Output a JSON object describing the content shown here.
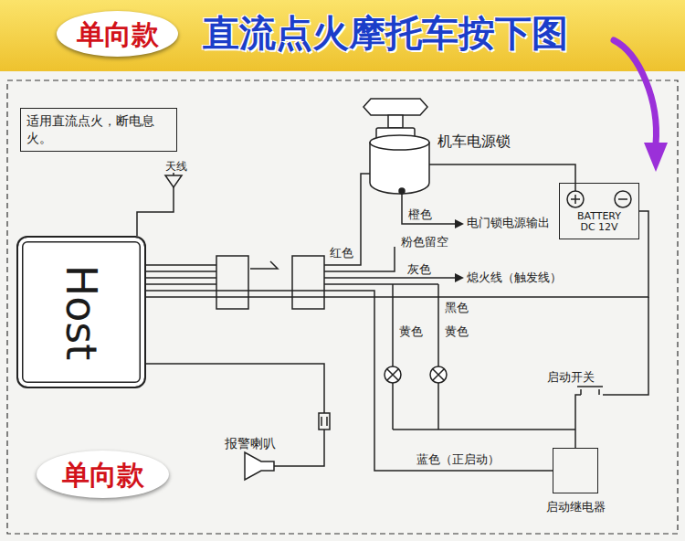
{
  "diagram": {
    "title": "直流点火摩托车按下图",
    "nodes": [
      {
        "text": [
          "单向款"
        ]
      },
      {
        "text": [
          "适用直流点火，断电息火。"
        ]
      },
      {
        "text": [
          "Host"
        ]
      },
      {
        "text": [
          "BATTERY DC 12V"
        ]
      },
      {
        "text": [
          "启动继电器"
        ]
      },
      {
        "text": [
          "单向款"
        ]
      }
    ],
    "edges": [
      {
        "from": 2,
        "to": 4,
        "arrow": "none",
        "label": "蓝色（正启动）"
      },
      {
        "from": 2,
        "to": 3,
        "arrow": "none",
        "label": "黑色"
      }
    ],
    "labels": [
      "天线",
      "机车电源锁",
      "橙色",
      "电门锁电源输出",
      "粉色留空",
      "红色",
      "灰色",
      "熄火线（触发线）",
      "黄色",
      "黄色",
      "启动开关",
      "报警喇叭"
    ]
  }
}
